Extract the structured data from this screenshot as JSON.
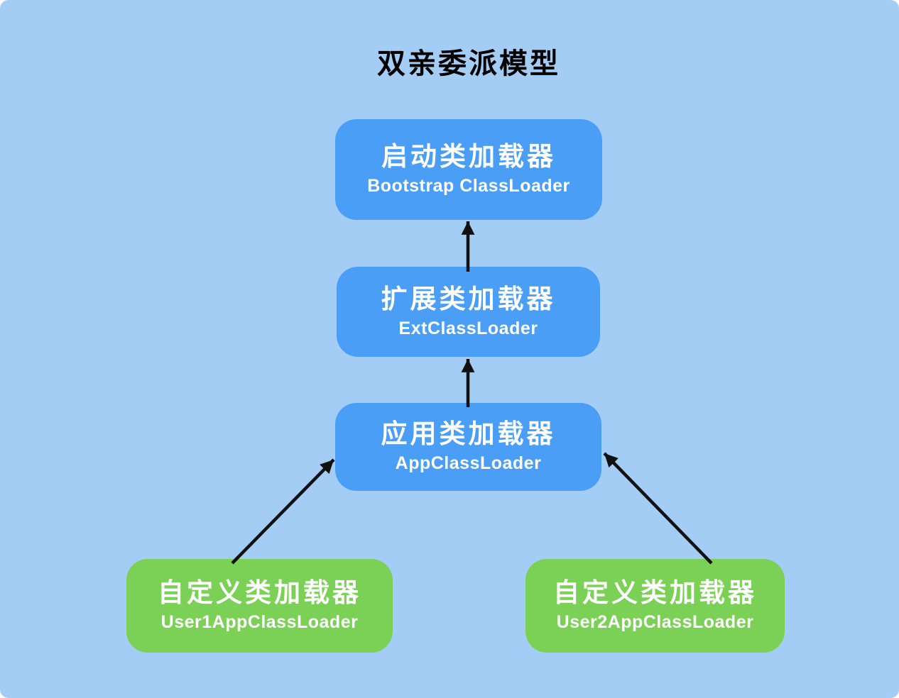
{
  "diagram": {
    "title": "双亲委派模型",
    "colors": {
      "background": "#A4CDF6",
      "loader_box": "#4A9EF5",
      "custom_box": "#7BD155",
      "box_text": "#FFFFFF",
      "title_text": "#000000",
      "arrow": "#111111"
    },
    "nodes": [
      {
        "id": "bootstrap",
        "type": "loader",
        "label_zh": "启动类加载器",
        "label_en": "Bootstrap ClassLoader"
      },
      {
        "id": "ext",
        "type": "loader",
        "label_zh": "扩展类加载器",
        "label_en": "ExtClassLoader"
      },
      {
        "id": "app",
        "type": "loader",
        "label_zh": "应用类加载器",
        "label_en": "AppClassLoader"
      },
      {
        "id": "user1",
        "type": "custom",
        "label_zh": "自定义类加载器",
        "label_en": "User1AppClassLoader"
      },
      {
        "id": "user2",
        "type": "custom",
        "label_zh": "自定义类加载器",
        "label_en": "User2AppClassLoader"
      }
    ],
    "edges": [
      {
        "from": "ext",
        "to": "bootstrap",
        "direction": "up"
      },
      {
        "from": "app",
        "to": "ext",
        "direction": "up"
      },
      {
        "from": "user1",
        "to": "app",
        "direction": "up-right"
      },
      {
        "from": "user2",
        "to": "app",
        "direction": "up-left"
      }
    ]
  }
}
